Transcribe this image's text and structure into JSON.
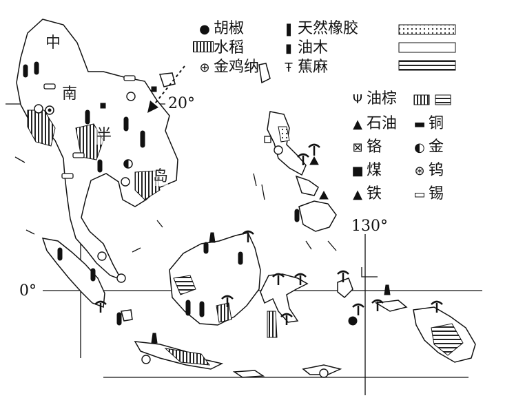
{
  "map": {
    "coordinates": {
      "lat_20": "20°",
      "lat_0": "0°",
      "lon_130": "130°"
    },
    "places": {
      "zhong": "中",
      "nan": "南",
      "ban": "半",
      "dao": "岛"
    }
  },
  "legend": {
    "crops": [
      {
        "icon": "pepper-icon",
        "label": "胡椒"
      },
      {
        "icon": "rice-icon",
        "label": "水稻"
      },
      {
        "icon": "cinchona-icon",
        "label": "金鸡纳"
      },
      {
        "icon": "rubber-icon",
        "label": "天然橡胶"
      },
      {
        "icon": "tung-oil-icon",
        "label": "油木"
      },
      {
        "icon": "abaca-icon",
        "label": "蕉麻"
      }
    ],
    "resources": [
      {
        "icon": "oil-palm-icon",
        "label": "油棕"
      },
      {
        "icon": "petroleum-icon",
        "label": "石油"
      },
      {
        "icon": "chromium-icon",
        "label": "铬"
      },
      {
        "icon": "coal-icon",
        "label": "煤"
      },
      {
        "icon": "iron-icon",
        "label": "铁"
      },
      {
        "icon": "copper-icon",
        "label": "铜"
      },
      {
        "icon": "gold-icon",
        "label": "金"
      },
      {
        "icon": "tungsten-icon",
        "label": "钨"
      },
      {
        "icon": "tin-icon",
        "label": "锡"
      }
    ]
  }
}
